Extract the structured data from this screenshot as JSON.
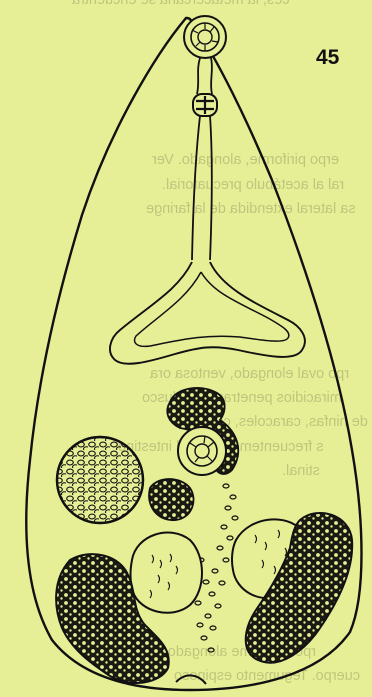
{
  "figure": {
    "number": "45",
    "colors": {
      "background": "#e6ee96",
      "ink": "#111111"
    }
  },
  "bleed_through": [
    {
      "text": "ces, la metacercaria se encuentra"
    },
    {
      "text": "erpo piriforme, alongado. Ver"
    },
    {
      "text": "ral al acetábulo precuatorial."
    },
    {
      "text": "sa lateral extendida de la faringe"
    },
    {
      "text": "rpo oval elongado, ventosa ora"
    },
    {
      "text": "miracidios penetran el molusco"
    },
    {
      "text": "de ninfas, caracoles, cefalópo"
    },
    {
      "text": "s frecuentemente en el intestino"
    },
    {
      "text": "stinal."
    },
    {
      "text": "rpo fusiforme alongado. V"
    },
    {
      "text": "cuerpo. Tegumento espinoso"
    }
  ]
}
